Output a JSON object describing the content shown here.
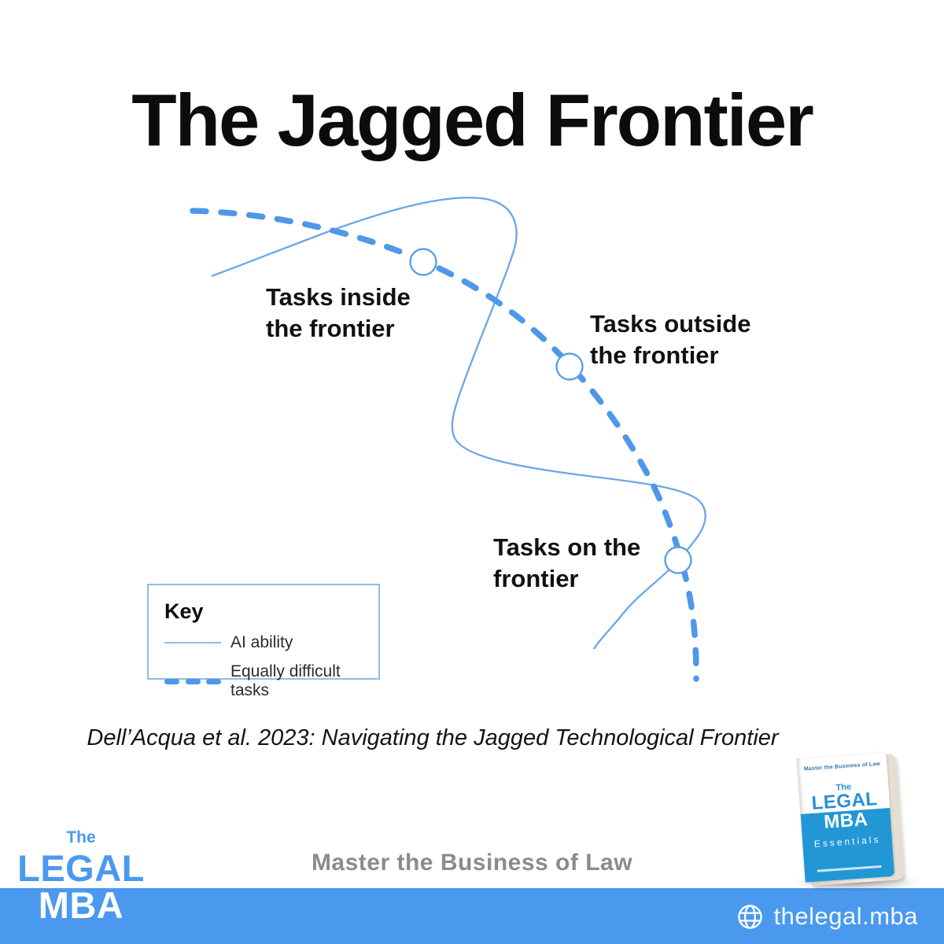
{
  "title": "The Jagged Frontier",
  "diagram": {
    "labels": {
      "inside": "Tasks inside\nthe frontier",
      "outside": "Tasks outside\nthe frontier",
      "on": "Tasks on the\nfrontier"
    },
    "key": {
      "heading": "Key",
      "items": [
        {
          "label": "AI ability",
          "swatch": "solid-line"
        },
        {
          "label": "Equally difficult tasks",
          "swatch": "dashed-line"
        }
      ]
    },
    "colors": {
      "ability_line": "#6ca6e6",
      "difficulty_line": "#4f97e8",
      "marker_fill": "#ffffff",
      "marker_stroke": "#59a0e8"
    }
  },
  "citation": "Dell’Acqua et al. 2023: Navigating the Jagged Technological Frontier",
  "branding": {
    "logo": {
      "line1": "The",
      "line2": "LEGAL",
      "line3": "MBA"
    },
    "tagline": "Master the Business of Law",
    "footer": {
      "url": "thelegal.mba",
      "icon": "globe-icon",
      "bar_color": "#4a99ee"
    }
  },
  "book": {
    "header": "Master the Business of Law",
    "title_top": "The",
    "title_mid": "LEGAL",
    "title_bottom": "MBA",
    "band": "Essentials"
  }
}
